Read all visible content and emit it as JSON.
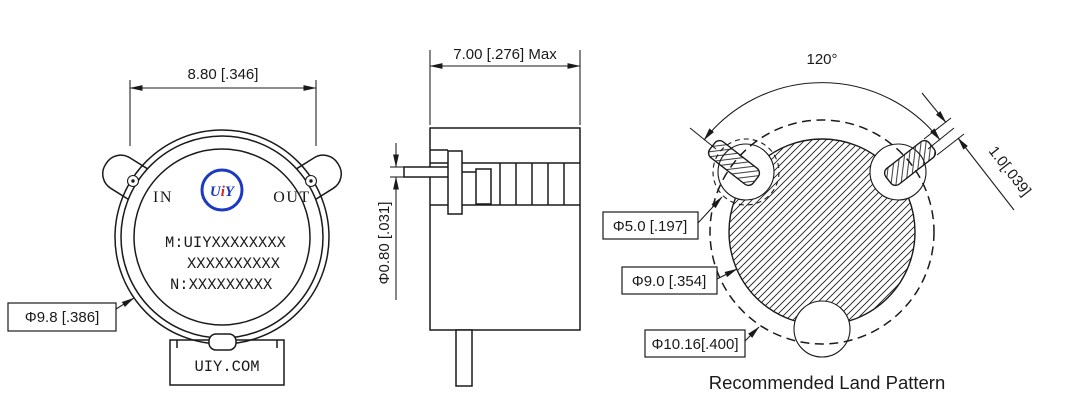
{
  "colors": {
    "background": "#ffffff",
    "line": "#1a1a1a",
    "logo_blue": "#1c39c0",
    "logo_red": "#d42323"
  },
  "front_view": {
    "width_dim": "8.80 [.346]",
    "body_dia_dim": "Φ9.8 [.386]",
    "port_in": "IN",
    "port_out": "OUT",
    "logo": {
      "u": "U",
      "i": "i",
      "y": "Y"
    },
    "marking_line1": "M:UIYXXXXXXXX",
    "marking_line2": "XXXXXXXXXX",
    "marking_line3": "N:XXXXXXXXX",
    "base_label": "UIY.COM"
  },
  "side_view": {
    "width_dim": "7.00 [.276] Max",
    "pin_dia_dim": "Φ0.80 [.031]"
  },
  "land_pattern": {
    "angle_dim": "120°",
    "pad_width_dim": "1.0[.039]",
    "pad_dia_dim": "Φ5.0 [.197]",
    "copper_dia_dim": "Φ9.0 [.354]",
    "outer_dia_dim": "Φ10.16[.400]",
    "caption": "Recommended Land Pattern"
  }
}
